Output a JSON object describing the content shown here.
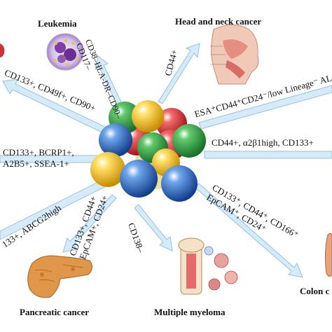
{
  "diagram": {
    "center_label": "",
    "cancers": {
      "leukemia": {
        "title": "Leukemia",
        "markers": "CD38–HLA-DR–CD90–CD117–"
      },
      "head_neck": {
        "title": "Head and neck cancer",
        "markers": "CD44+"
      },
      "breast_partial": {
        "markers": "ESA⁺CD44⁺CD24⁻/low Lineage⁻ AL"
      },
      "prostate_partial": {
        "markers": "CD44+, α2β1high, CD133+"
      },
      "colon_partial": {
        "title": "Colon c",
        "markers": "CD133⁺, CD44⁺, CD166⁺ EpCAM⁺, CD24⁺"
      },
      "myeloma": {
        "title": "Multiple myeloma",
        "markers": "CD138–"
      },
      "pancreatic": {
        "title": "Pancreatic cancer",
        "markers": "CD133+, CD44+ EpCAM+, CD24+"
      },
      "liver_partial": {
        "markers": "133+, ABCG2high"
      },
      "brain_partial": {
        "markers": "CD133+, BCRP1+, A2B5+, SSEA-1+"
      },
      "ovarian_partial": {
        "markers": "CD133+, CD49f+, CD90+"
      }
    },
    "colors": {
      "arrow": "#cfe6f7",
      "arrow_edge": "#8fc3e6",
      "sphere_red": "#d8262a",
      "sphere_green": "#2e9a3a",
      "sphere_yellow": "#f2c11b",
      "sphere_blue": "#2b6fc9",
      "pancreas": "#d78a3a",
      "leukemia_cell": "#8e5bb0"
    }
  }
}
